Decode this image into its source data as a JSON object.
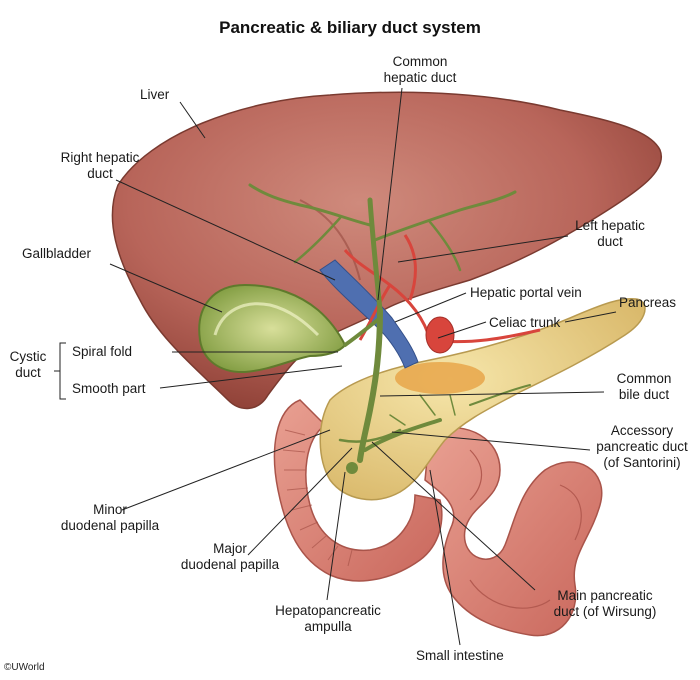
{
  "title": "Pancreatic & biliary duct system",
  "credit": "©UWorld",
  "labels": {
    "liver": "Liver",
    "common_hepatic_duct": [
      "Common",
      "hepatic duct"
    ],
    "right_hepatic_duct": [
      "Right hepatic",
      "duct"
    ],
    "left_hepatic_duct": [
      "Left hepatic",
      "duct"
    ],
    "gallbladder": "Gallbladder",
    "hepatic_portal_vein": "Hepatic portal vein",
    "pancreas": "Pancreas",
    "celiac_trunk": "Celiac trunk",
    "cystic_duct": [
      "Cystic",
      "duct"
    ],
    "spiral_fold": "Spiral fold",
    "smooth_part": "Smooth part",
    "common_bile_duct": [
      "Common",
      "bile duct"
    ],
    "accessory_pancreatic_duct": [
      "Accessory",
      "pancreatic duct",
      "(of Santorini)"
    ],
    "minor_duodenal_papilla": [
      "Minor",
      "duodenal papilla"
    ],
    "major_duodenal_papilla": [
      "Major",
      "duodenal papilla"
    ],
    "hepatopancreatic_ampulla": [
      "Hepatopancreatic",
      "ampulla"
    ],
    "main_pancreatic_duct": [
      "Main pancreatic",
      "duct (of Wirsung)"
    ],
    "small_intestine": "Small intestine"
  },
  "colors": {
    "liver": "#b8655a",
    "liver_shadow": "#8e4036",
    "gallbladder": "#8aa84a",
    "duct": "#6f8a3c",
    "pancreas": "#ecd58c",
    "intestine": "#d9847a",
    "artery": "#d8453c",
    "vein": "#4f6fb0"
  }
}
